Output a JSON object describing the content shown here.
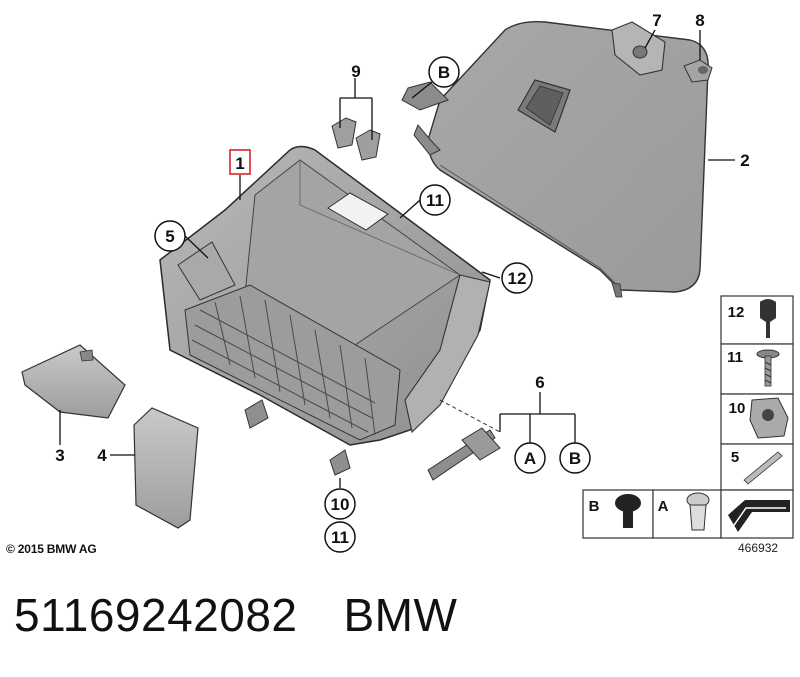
{
  "diagram": {
    "callouts": {
      "c1": "1",
      "c2": "2",
      "c3": "3",
      "c4": "4",
      "c5": "5",
      "c6": "6",
      "c7": "7",
      "c8": "8",
      "c9": "9",
      "c10": "10",
      "c11a": "11",
      "c11b": "11",
      "c12": "12",
      "cA": "A",
      "cB1": "B",
      "cB2": "B"
    },
    "legend": {
      "r12": "12",
      "r11": "11",
      "r10": "10",
      "r5": "5",
      "rB": "B",
      "rA": "A"
    },
    "copyright": "© 2015 BMW AG",
    "diagram_number": "466932",
    "highlight_color": "#d9262b"
  },
  "footer": {
    "part_number": "51169242082",
    "brand": "BMW"
  }
}
